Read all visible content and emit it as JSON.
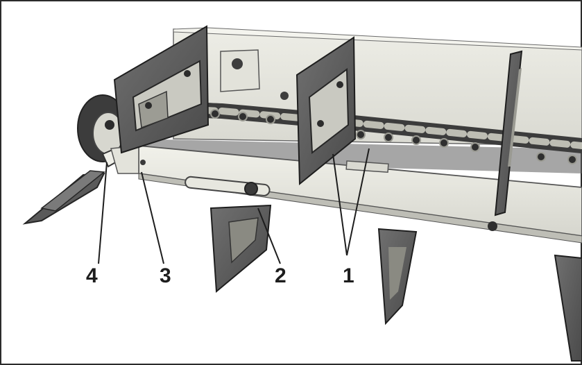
{
  "figure": {
    "callouts": [
      {
        "id": "1",
        "label": "1"
      },
      {
        "id": "2",
        "label": "2"
      },
      {
        "id": "3",
        "label": "3"
      },
      {
        "id": "4",
        "label": "4"
      }
    ],
    "colors": {
      "frame_light": "#e9e9e2",
      "frame_shadow": "#c9c9c1",
      "paddle_dark": "#545454",
      "paddle_mid": "#6e6e6e",
      "chain_dark": "#3c3c3c",
      "chain_light": "#bdbdb3",
      "border": "#2b2b2b"
    }
  }
}
